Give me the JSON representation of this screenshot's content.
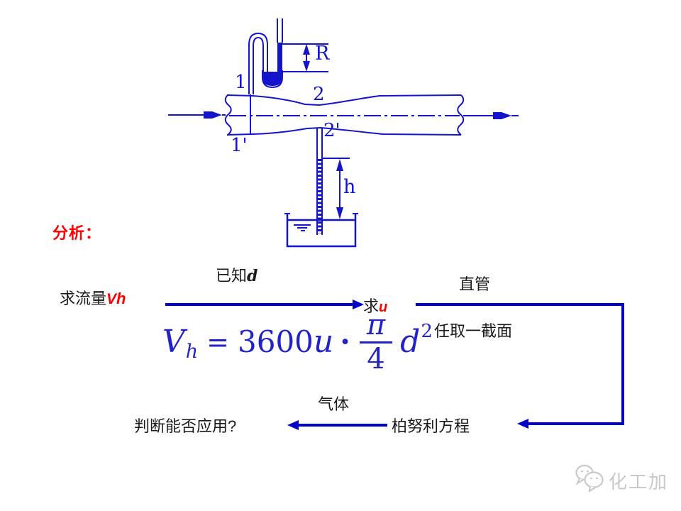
{
  "colors": {
    "diagram_blue": "#1414cc",
    "arrow_blue": "#0000c8",
    "formula_blue": "#2222c8",
    "accent_red": "#ff0000",
    "watermark_gray": "#c9c9c9"
  },
  "analysis": {
    "label": "分析："
  },
  "flowchart": {
    "seek_flow": {
      "prefix": "求流量",
      "var": "V",
      "sub": "h"
    },
    "known_d": {
      "prefix": "已知",
      "var": "d"
    },
    "seek_u": {
      "prefix": "求",
      "var": "u"
    },
    "straight_pipe": "直管",
    "any_section": "任取一截面",
    "gas": "气体",
    "judge": "判断能否应用?",
    "bernoulli": "柏努利方程"
  },
  "formula": {
    "V": "V",
    "h": "h",
    "eq": "=",
    "coeff": "3600",
    "u": "u",
    "dot": "·",
    "pi": "π",
    "four": "4",
    "d": "d",
    "sq": "2"
  },
  "diagram_labels": {
    "one": "1",
    "two": "2",
    "one_prime": "1'",
    "two_prime": "2'",
    "R": "R",
    "h": "h"
  },
  "watermark": {
    "text": "化工加"
  }
}
